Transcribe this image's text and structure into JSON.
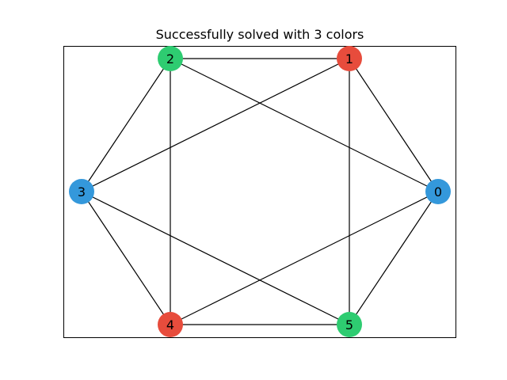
{
  "figure": {
    "title": "Successfully solved with 3 colors"
  },
  "graph": {
    "nodes": [
      {
        "id": "0",
        "label": "0",
        "color": "#3498db"
      },
      {
        "id": "1",
        "label": "1",
        "color": "#e74c3c"
      },
      {
        "id": "2",
        "label": "2",
        "color": "#2ecc71"
      },
      {
        "id": "3",
        "label": "3",
        "color": "#3498db"
      },
      {
        "id": "4",
        "label": "4",
        "color": "#e74c3c"
      },
      {
        "id": "5",
        "label": "5",
        "color": "#2ecc71"
      }
    ],
    "edges": [
      [
        "0",
        "1"
      ],
      [
        "0",
        "2"
      ],
      [
        "0",
        "4"
      ],
      [
        "0",
        "5"
      ],
      [
        "1",
        "2"
      ],
      [
        "1",
        "3"
      ],
      [
        "1",
        "5"
      ],
      [
        "2",
        "3"
      ],
      [
        "2",
        "4"
      ],
      [
        "3",
        "4"
      ],
      [
        "3",
        "5"
      ],
      [
        "4",
        "5"
      ]
    ],
    "edge_color": "#000000",
    "frame_color": "#000000"
  }
}
